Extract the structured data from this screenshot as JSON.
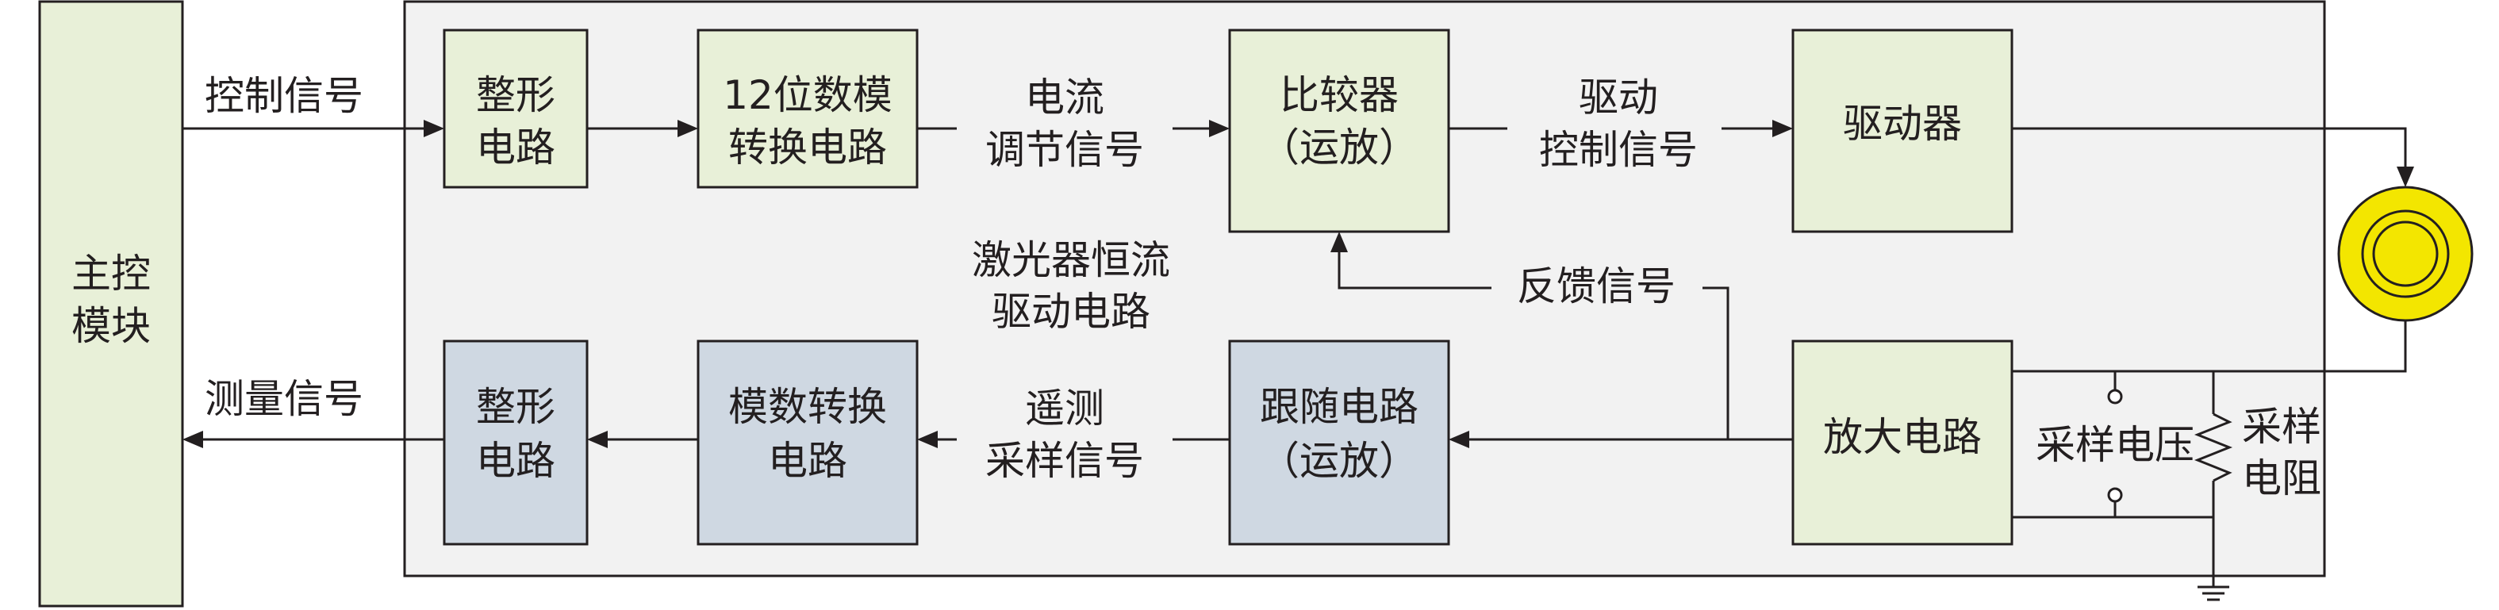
{
  "colors": {
    "green_box": "#e8f0d8",
    "blue_box": "#cfd8e2",
    "panel": "#f2f2f2",
    "led": "#f3e600",
    "line": "#231f20"
  },
  "main_control": {
    "line1": "主控",
    "line2": "模块"
  },
  "panel_title": {
    "line1": "激光器恒流",
    "line2": "驱动电路"
  },
  "top_row": {
    "shaping": {
      "line1": "整形",
      "line2": "电路"
    },
    "dac": {
      "line1": "12位数模",
      "line2": "转换电路"
    },
    "comparator": {
      "line1": "比较器",
      "line2": "（运放）"
    },
    "driver": {
      "line1": "驱动器"
    }
  },
  "bottom_row": {
    "shaping": {
      "line1": "整形",
      "line2": "电路"
    },
    "adc": {
      "line1": "模数转换",
      "line2": "电路"
    },
    "follower": {
      "line1": "跟随电路",
      "line2": "（运放）"
    },
    "amplifier": {
      "line1": "放大电路"
    }
  },
  "signals": {
    "control": "控制信号",
    "measure": "测量信号",
    "current_adjust": {
      "line1": "电流",
      "line2": "调节信号"
    },
    "drive_control": {
      "line1": "驱动",
      "line2": "控制信号"
    },
    "feedback": "反馈信号",
    "telemetry_sample": {
      "line1": "遥测",
      "line2": "采样信号"
    }
  },
  "sampling": {
    "voltage": "采样电压",
    "resistor": {
      "line1": "采样",
      "line2": "电阻"
    }
  },
  "icons": [
    "led-icon",
    "resistor-icon",
    "ground-icon"
  ]
}
